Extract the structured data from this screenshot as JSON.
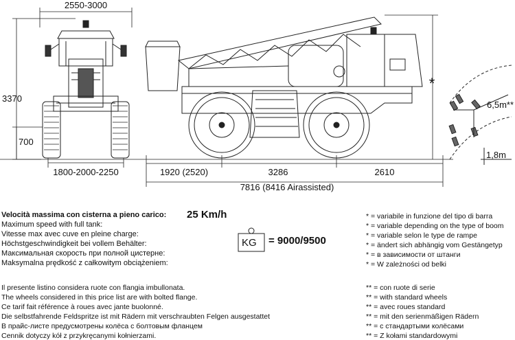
{
  "dimensions": {
    "top_width": "2550-3000",
    "height_total": "3370",
    "ground_clearance": "700",
    "track_width": "1800-2000-2250",
    "front_overhang": "1920 (2520)",
    "wheelbase": "3286",
    "rear_overhang": "2610",
    "total_length": "7816 (8416 Airassisted)",
    "height_variable_mark": "*",
    "turning_radius": "6,5m**",
    "turning_offset": "1,8m"
  },
  "speed": {
    "labels": [
      "Velocità massima con cisterna a pieno carico:",
      "Maximum speed with full tank:",
      "Vitesse max avec  cuve en pleine charge:",
      "Höchstgeschwindigkeit bei vollem Behälter:",
      "Максимальная скорость при полной цистерне:",
      "Maksymalna prędkość z całkowitym obciążeniem:"
    ],
    "value": "25 Km/h"
  },
  "weight": {
    "icon_label": "KG",
    "value": "= 9000/9500"
  },
  "single_star_notes": [
    "* = variabile in funzione del tipo di barra",
    "* = variable depending on the type of boom",
    "* = variable selon le type de rampe",
    "* = ändert sich abhängig vom Gestängetyp",
    "* = в зависимости от штанги",
    "* = W zależności od belki"
  ],
  "wheels_notes": [
    "Il presente listino considera ruote con flangia imbullonata.",
    "The wheels considered in this price list are with bolted flange.",
    "Ce tarif fait référence à roues avec jante buolonné.",
    "Die selbstfahrende Feldspritze ist mit Rädern mit verschraubten Felgen ausgestattet",
    "В прайс-листе предусмотрены колёса с болтовым фланцем",
    "Cennik dotyczy kół z przykręcanymi kołnierzami."
  ],
  "double_star_notes": [
    "** = con ruote di serie",
    "** = with standard wheels",
    "** = avec roues standard",
    "** = mit den serienmäßigen Rädern",
    "** = с стандартыми колёсами",
    "** = Z kołami standardowymi"
  ]
}
